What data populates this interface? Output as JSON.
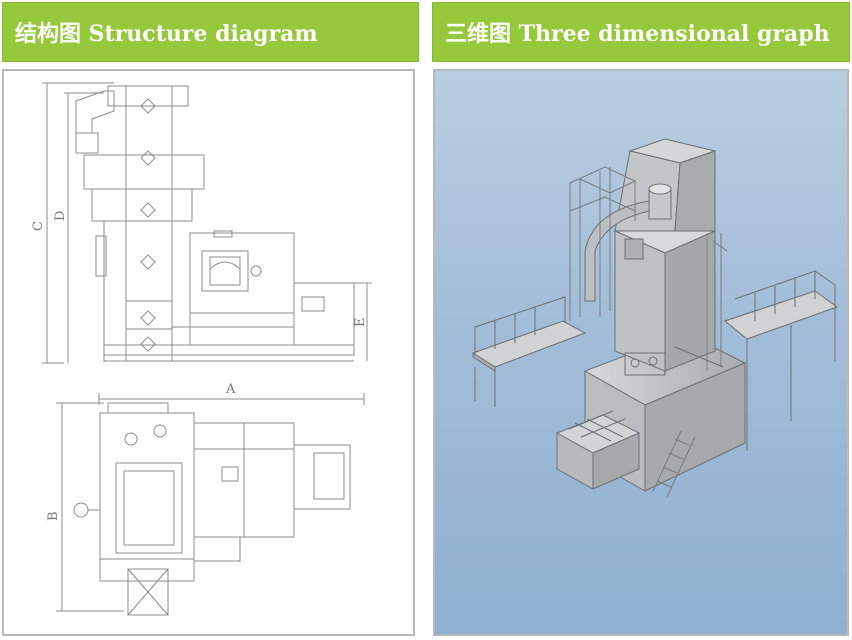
{
  "left_panel": {
    "title": "结构图 Structure diagram",
    "dimension_labels": {
      "a": "A",
      "b": "B",
      "c": "C",
      "d": "D",
      "e": "E"
    }
  },
  "right_panel": {
    "title": "三维图 Three dimensional graph"
  },
  "colors": {
    "header_bg": "#96c83c",
    "header_text": "#ffffff",
    "panel_border": "#b9b9b9",
    "drawing_line": "#8c8c8c",
    "render_bg_top": "#b8cde0",
    "render_bg_bottom": "#8fb0d1",
    "model_gray": "#c9cbcd"
  }
}
